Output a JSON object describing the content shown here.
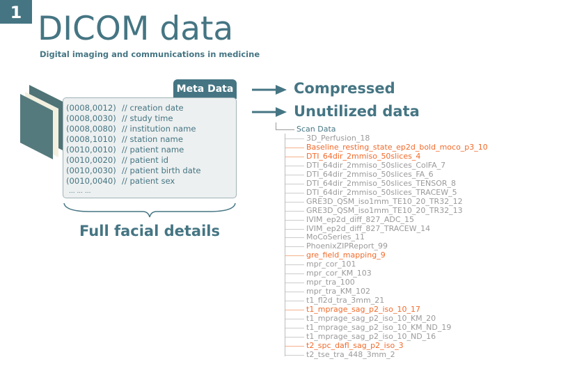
{
  "badge": "1",
  "title": "DICOM data",
  "subtitle": "Digital imaging and communications in medicine",
  "meta_tab": "Meta Data",
  "meta_rows": [
    {
      "tag": "(0008,0012)",
      "desc": "// creation date"
    },
    {
      "tag": "(0008,0030)",
      "desc": "// study time"
    },
    {
      "tag": "(0008,0080)",
      "desc": "// institution name"
    },
    {
      "tag": "(0008,1010)",
      "desc": "// station name"
    },
    {
      "tag": "(0010,0010)",
      "desc": "// patient name"
    },
    {
      "tag": "(0010,0020)",
      "desc": "// patient id"
    },
    {
      "tag": "(0010,0030)",
      "desc": "// patient birth date"
    },
    {
      "tag": "(0010,0040)",
      "desc": "// patient sex"
    }
  ],
  "ellipsis": "... ... ...",
  "brace_label": "Full facial details",
  "arrows": [
    "Compressed",
    "Unutilized data"
  ],
  "tree_root": "Scan Data",
  "colors": {
    "accent": "#457583",
    "highlight": "#f26a2a",
    "muted": "#9a9a9a"
  },
  "tree_items": [
    {
      "label": "3D_Perfusion_18",
      "hl": false
    },
    {
      "label": "Baseline_resting_state_ep2d_bold_moco_p3_10",
      "hl": true
    },
    {
      "label": "DTI_64dir_2mmiso_50slices_4",
      "hl": true
    },
    {
      "label": "DTI_64dir_2mmiso_50slices_ColFA_7",
      "hl": false
    },
    {
      "label": "DTI_64dir_2mmiso_50slices_FA_6",
      "hl": false
    },
    {
      "label": "DTI_64dir_2mmiso_50slices_TENSOR_8",
      "hl": false
    },
    {
      "label": "DTI_64dir_2mmiso_50slices_TRACEW_5",
      "hl": false
    },
    {
      "label": "GRE3D_QSM_iso1mm_TE10_20_TR32_12",
      "hl": false
    },
    {
      "label": "GRE3D_QSM_iso1mm_TE10_20_TR32_13",
      "hl": false
    },
    {
      "label": "IVIM_ep2d_diff_827_ADC_15",
      "hl": false
    },
    {
      "label": "IVIM_ep2d_diff_827_TRACEW_14",
      "hl": false
    },
    {
      "label": "MoCoSeries_11",
      "hl": false
    },
    {
      "label": "PhoenixZIPReport_99",
      "hl": false
    },
    {
      "label": "gre_field_mapping_9",
      "hl": true
    },
    {
      "label": "mpr_cor_101",
      "hl": false
    },
    {
      "label": "mpr_cor_KM_103",
      "hl": false
    },
    {
      "label": "mpr_tra_100",
      "hl": false
    },
    {
      "label": "mpr_tra_KM_102",
      "hl": false
    },
    {
      "label": "t1_fl2d_tra_3mm_21",
      "hl": false
    },
    {
      "label": "t1_mprage_sag_p2_iso_10_17",
      "hl": true
    },
    {
      "label": "t1_mprage_sag_p2_iso_10_KM_20",
      "hl": false
    },
    {
      "label": "t1_mprage_sag_p2_iso_10_KM_ND_19",
      "hl": false
    },
    {
      "label": "t1_mprage_sag_p2_iso_10_ND_16",
      "hl": false
    },
    {
      "label": "t2_spc_dafl_sag_p2_iso_3",
      "hl": true
    },
    {
      "label": "t2_tse_tra_448_3mm_2",
      "hl": false
    }
  ]
}
